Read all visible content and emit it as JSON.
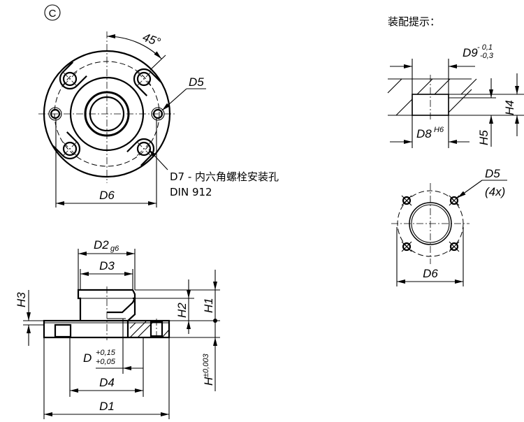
{
  "view_marker": "C",
  "top_view": {
    "angle": "45°",
    "d5": "D5",
    "d6": "D6",
    "d7_note": "D7 - 内六角螺栓安装孔",
    "d7_standard": "DIN 912"
  },
  "side_view": {
    "d2": "D2",
    "d2_tol": "g6",
    "d3": "D3",
    "h3": "H3",
    "h2": "H2",
    "h1": "H1",
    "h": "H",
    "h_tol": "±0,003",
    "d": "D",
    "d_tol_upper": "+0,15",
    "d_tol_lower": "+0,05",
    "d4": "D4",
    "d1": "D1"
  },
  "assembly": {
    "title": "装配提示：",
    "d9": "D9",
    "d9_tol_upper": "- 0,1",
    "d9_tol_lower": "-0,3",
    "d8": "D8",
    "d8_tol": "H6",
    "h4": "H4",
    "h5": "H5",
    "d5": "D5",
    "d5_count": "(4x)",
    "d6": "D6"
  }
}
